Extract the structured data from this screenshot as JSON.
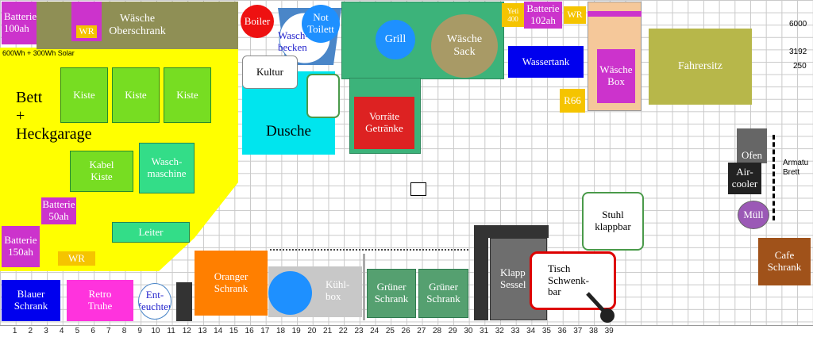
{
  "labels": {
    "batterie_100": "Batterie\n100ah",
    "waesche_oberschrank": "Wäsche\nOberschrank",
    "wr_top": "WR",
    "solar": "600Wh + 300Wh Solar",
    "boiler": "Boiler",
    "waschbecken": "Wasch-\nbecken",
    "not_toilett": "Not\nToilett",
    "kultur": "Kultur",
    "dusche": "Dusche",
    "grill": "Grill",
    "waesche_sack": "Wäsche\nSack",
    "vorraete": "Vorräte\nGetränke",
    "yeti": "Yeti\n400",
    "batterie_102": "Batterie\n102ah",
    "wr_right": "WR",
    "wassertank": "Wassertank",
    "waesche_box": "Wäsche\nBox",
    "r66": "R66",
    "fahrersitz": "Fahrersitz",
    "bett": "Bett\n+\nHeckgarage",
    "kiste_1": "Kiste",
    "kiste_2": "Kiste",
    "kiste_3": "Kiste",
    "kabel_kiste": "Kabel\nKiste",
    "waschmaschine": "Wasch-\nmaschine",
    "batterie_50": "Batterie\n50ah",
    "leiter": "Leiter",
    "batterie_150": "Batterie\n150ah",
    "wr_bottom": "WR",
    "ofen": "Ofen",
    "aircooler": "Air-\ncooler",
    "armaturenbrett": "Armatu\nBrett",
    "muell": "Müll",
    "stuhl": "Stuhl\nklappbar",
    "cafe_schrank": "Cafe\nSchrank",
    "blauer_schrank": "Blauer\nSchrank",
    "retro_truhe": "Retro\nTruhe",
    "entfeuchter": "Ent-\nfeuchter",
    "oranger_schrank": "Oranger\nSchrank",
    "kuehlbox": "Kühl-\nbox",
    "gruener_schrank_1": "Grüner\nSchrank",
    "gruener_schrank_2": "Grüner\nSchrank",
    "klapp_sessel": "Klapp\nSessel",
    "tisch": "Tisch\nSchwenk-\nbar"
  },
  "measurements": {
    "m1": "6000",
    "m2": "3192",
    "m3": "250",
    "bottom": "1056"
  },
  "ruler": [
    "1",
    "2",
    "3",
    "4",
    "5",
    "6",
    "7",
    "8",
    "9",
    "10",
    "11",
    "12",
    "13",
    "14",
    "15",
    "16",
    "17",
    "18",
    "19",
    "20",
    "21",
    "22",
    "23",
    "24",
    "25",
    "26",
    "27",
    "28",
    "29",
    "30",
    "31",
    "32",
    "33",
    "34",
    "35",
    "36",
    "37",
    "38",
    "39"
  ],
  "colors": {
    "yellow": "#ffff00",
    "olive": "#8f8f55",
    "magenta": "#cc33cc",
    "cyan": "#00e5ee",
    "teal": "#3cb37a",
    "lime": "#77dd22",
    "blue": "#0000ee",
    "orange": "#ff7f00",
    "red": "#dd2222"
  }
}
